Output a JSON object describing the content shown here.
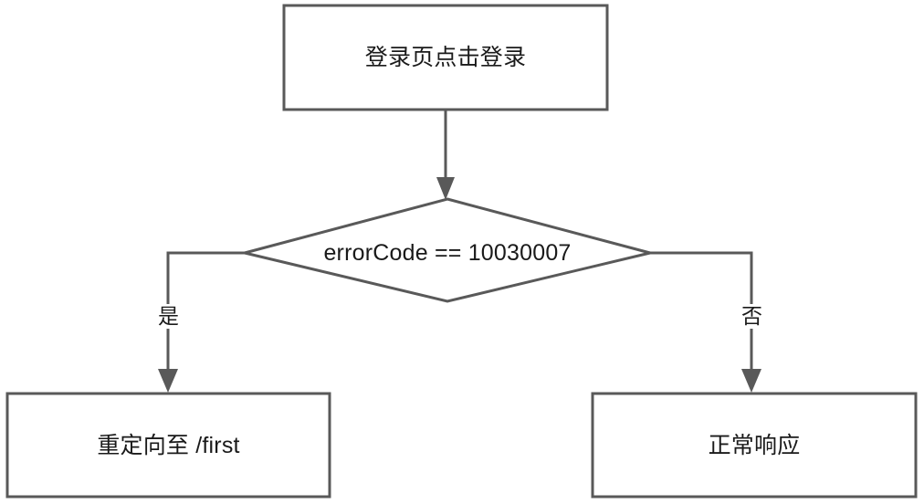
{
  "diagram": {
    "type": "flowchart",
    "background_color": "#ffffff",
    "stroke_color": "#595959",
    "text_color": "#1a1a1a",
    "nodes": [
      {
        "id": "start",
        "shape": "rectangle",
        "label": "登录页点击登录"
      },
      {
        "id": "decision",
        "shape": "diamond",
        "label": "errorCode == 10030007"
      },
      {
        "id": "redirect",
        "shape": "rectangle",
        "label": "重定向至 /first"
      },
      {
        "id": "normal",
        "shape": "rectangle",
        "label": "正常响应"
      }
    ],
    "edges": [
      {
        "id": "start-to-decision",
        "from": "start",
        "to": "decision",
        "label": ""
      },
      {
        "id": "decision-yes",
        "from": "decision",
        "to": "redirect",
        "label": "是"
      },
      {
        "id": "decision-no",
        "from": "decision",
        "to": "normal",
        "label": "否"
      }
    ]
  }
}
